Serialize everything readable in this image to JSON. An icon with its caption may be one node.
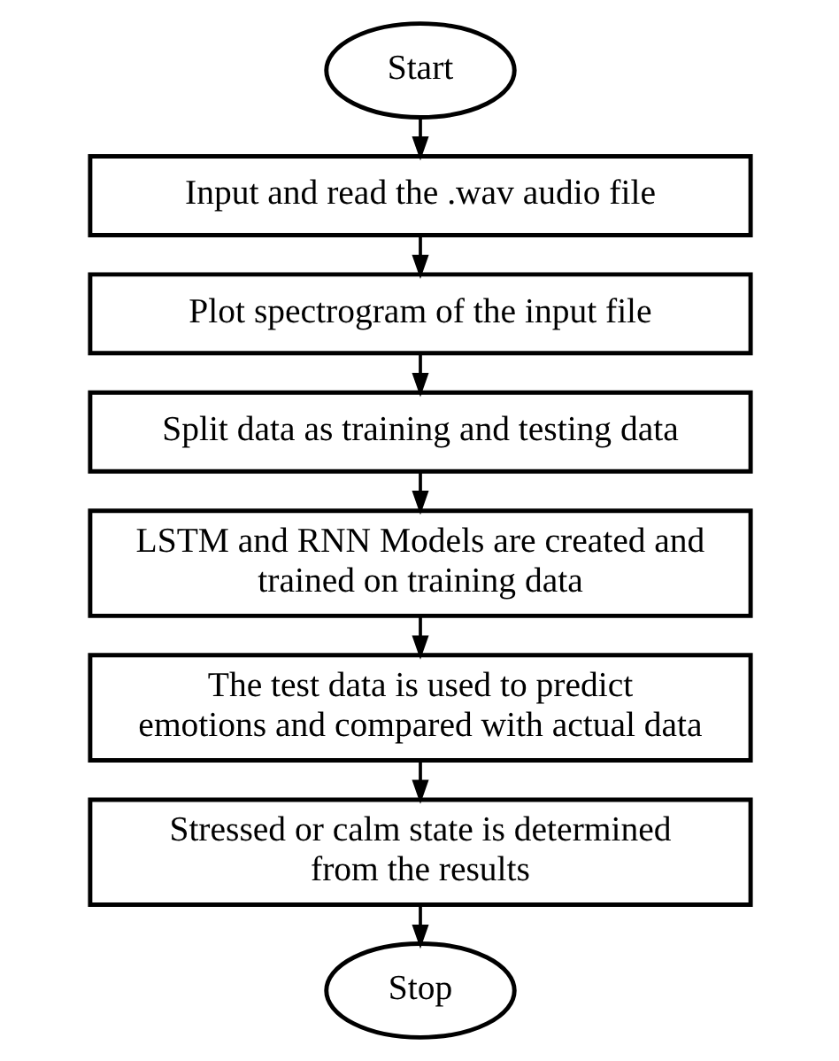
{
  "diagram": {
    "nodes": [
      {
        "text": [
          "Start"
        ]
      },
      {
        "text": [
          "Input and read the .wav audio file"
        ]
      },
      {
        "text": [
          "Plot spectrogram of the input file"
        ]
      },
      {
        "text": [
          "Split data as training and testing data"
        ]
      },
      {
        "text": [
          "LSTM and RNN Models are created and trained on training data"
        ]
      },
      {
        "text": [
          "The test data is used to predict emotions and compared with actual data"
        ]
      },
      {
        "text": [
          "Stressed or calm state is determined from the results"
        ]
      },
      {
        "text": [
          "Stop"
        ]
      }
    ],
    "edges": [
      {
        "from": 0,
        "to": 1,
        "arrow": "to"
      },
      {
        "from": 1,
        "to": 2,
        "arrow": "to"
      },
      {
        "from": 2,
        "to": 3,
        "arrow": "to"
      },
      {
        "from": 3,
        "to": 4,
        "arrow": "to"
      },
      {
        "from": 4,
        "to": 5,
        "arrow": "to"
      },
      {
        "from": 5,
        "to": 6,
        "arrow": "to"
      },
      {
        "from": 6,
        "to": 7,
        "arrow": "to"
      }
    ]
  }
}
